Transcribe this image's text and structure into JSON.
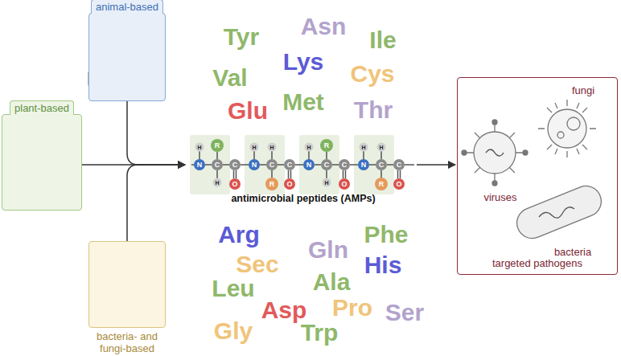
{
  "diagram": {
    "nodes": [
      {
        "text": [
          "animal-based"
        ]
      },
      {
        "text": [
          "plant-based"
        ]
      },
      {
        "text": [
          "bacteria- and fungi-based"
        ]
      },
      {
        "text": [
          "antimicrobial peptides (AMPs)"
        ]
      },
      {
        "text": [
          "targeted pathogens"
        ]
      }
    ],
    "edges": [
      {
        "from": 0,
        "to": 3,
        "arrow": "to"
      },
      {
        "from": 1,
        "to": 3,
        "arrow": "to"
      },
      {
        "from": 2,
        "to": 3,
        "arrow": "to"
      },
      {
        "from": 3,
        "to": 4,
        "arrow": "to"
      }
    ],
    "labels": [
      "Tyr",
      "Asn",
      "Ile",
      "Val",
      "Lys",
      "Cys",
      "Glu",
      "Met",
      "Thr",
      "Arg",
      "Gln",
      "Phe",
      "Sec",
      "His",
      "Leu",
      "Ala",
      "Asp",
      "Pro",
      "Ser",
      "Gly",
      "Trp",
      "fungi",
      "viruses",
      "bacteria",
      "N",
      "H",
      "C",
      "R",
      "H",
      "C",
      "O",
      "N",
      "H",
      "C",
      "R",
      "H",
      "C",
      "O",
      "N",
      "H",
      "C",
      "R",
      "H",
      "C",
      "O",
      "N",
      "H",
      "C",
      "R",
      "H",
      "C",
      "O"
    ]
  }
}
